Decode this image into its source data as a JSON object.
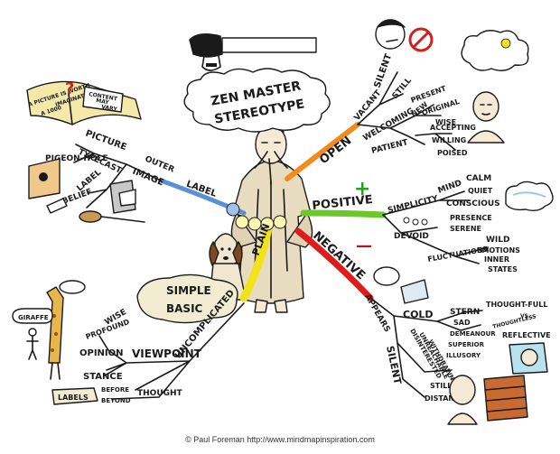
{
  "title": {
    "line1": "ZEN MASTER",
    "line2": "STEREOTYPE"
  },
  "branches": {
    "stereotype": {
      "label": "LABEL",
      "outer": "OUTER",
      "image": "IMAGE",
      "picture": "PICTURE",
      "typecast": "TYPECAST",
      "pigeonhole": "PIGEON-HOLE",
      "belief": "BELIEF",
      "book_text": [
        "A PICTURE IS WORTH",
        "A 1000",
        "IMAGINATIONS"
      ],
      "book_sign": [
        "CONTENT",
        "MAY",
        "VARY"
      ]
    },
    "open": {
      "label": "OPEN",
      "vacant": "VACANT",
      "silent": "SILENT",
      "still": "STILL",
      "present": "PRESENT",
      "welcoming": "WELCOMING",
      "new": "NEW",
      "original": "ORIGINAL",
      "wise": "WISE",
      "patient": "PATIENT",
      "accepting": "ACCEPTING",
      "willing": "WILLING",
      "poised": "POISED"
    },
    "positive": {
      "label": "POSITIVE",
      "plus": "+",
      "simplicity": "SIMPLICITY",
      "mind": "MIND",
      "calm": "CALM",
      "quiet": "QUIET",
      "conscious": "CONSCIOUS",
      "presence": "PRESENCE",
      "serene": "SERENE",
      "devoid": "DEVOID",
      "fluctuations": "FLUCTUATIONS",
      "wild": "WILD",
      "emotions": "EMOTIONS",
      "inner": "INNER",
      "states": "STATES"
    },
    "negative": {
      "label": "NEGATIVE",
      "minus": "—",
      "appears": "APPEARS",
      "cold": "COLD",
      "stern": "STERN",
      "thoughtfull": "THOUGHT-FULL",
      "vs": "VS.",
      "thoughtless": "THOUGHTLESS",
      "reflective": "REFLECTIVE",
      "sad": "SAD",
      "demeanour": "DEMEANOUR",
      "disinterested": "DISINTERESTED",
      "unreachable": "UNREACHABLE",
      "withdrawn": "WITHDRAWN",
      "superior": "SUPERIOR",
      "illusory": "ILLUSORY",
      "silent": "SILENT",
      "still": "STILL",
      "distant": "DISTANT"
    },
    "plain": {
      "label": "PLAIN",
      "simple": "SIMPLE",
      "basic": "BASIC",
      "uncomplicated": "UNCOMPLICATED",
      "viewpoint": "VIEWPOINT",
      "wise": "WISE",
      "profound": "PROFOUND",
      "opinion": "OPINION",
      "stance": "STANCE",
      "thought": "THOUGHT",
      "before": "BEFORE",
      "beyond": "BEYOND",
      "labels": "LABELS",
      "giraffe": "GIRAFFE"
    }
  },
  "footer": {
    "copyright": "© Paul Foreman http://www.mindmapinspiration.com"
  },
  "colors": {
    "stereotype": "#5b8fd6",
    "open": "#f28a1e",
    "positive": "#6cc82a",
    "negative": "#e01b1b",
    "plain": "#f2e21a",
    "coat": "#e8dcc0",
    "outline": "#1a1a1a"
  }
}
